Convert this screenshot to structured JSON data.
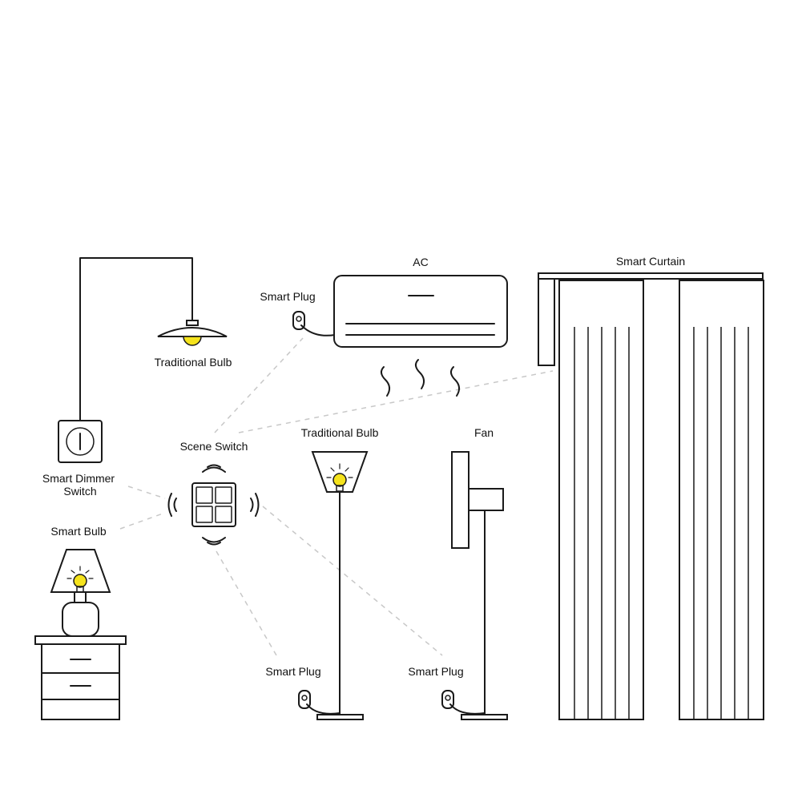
{
  "labels": {
    "traditional_bulb_ceiling": "Traditional Bulb",
    "smart_plug_ac": "Smart Plug",
    "ac": "AC",
    "smart_curtain": "Smart Curtain",
    "smart_dimmer_switch_line1": "Smart Dimmer",
    "smart_dimmer_switch_line2": "Switch",
    "scene_switch": "Scene Switch",
    "traditional_bulb_floor": "Traditional Bulb",
    "fan": "Fan",
    "smart_bulb": "Smart Bulb",
    "smart_plug_floor_lamp": "Smart Plug",
    "smart_plug_fan": "Smart Plug"
  },
  "colors": {
    "line": "#1a1a1a",
    "bulb_yellow": "#f5e31c",
    "connection_dash": "#c8c8c8",
    "background": "#ffffff"
  }
}
